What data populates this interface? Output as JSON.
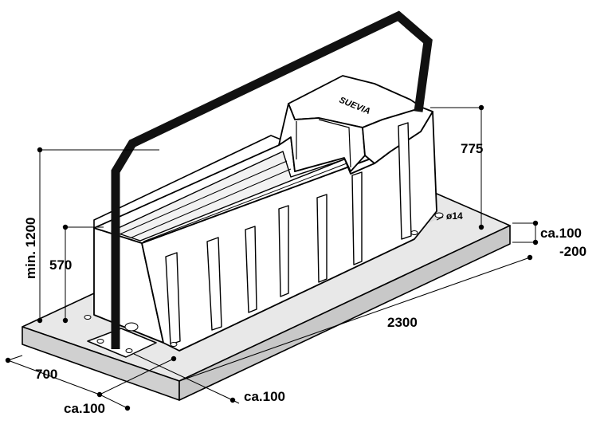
{
  "brand": "SUEVIA",
  "dimensions": {
    "height_total": "min. 1200",
    "height_trough": "775",
    "height_base": "570",
    "hole_diameter": "ø14",
    "offset_right_1": "ca.100",
    "offset_right_2": "-200",
    "length": "2300",
    "width": "700",
    "offset_front_1": "ca.100",
    "offset_front_2": "ca.100"
  },
  "colors": {
    "line": "#000000",
    "fill": "#ffffff",
    "slab_top": "#e8e8e8",
    "slab_side": "#d0d0d0",
    "shadow": "#dcdcdc",
    "bar": "#111111"
  }
}
